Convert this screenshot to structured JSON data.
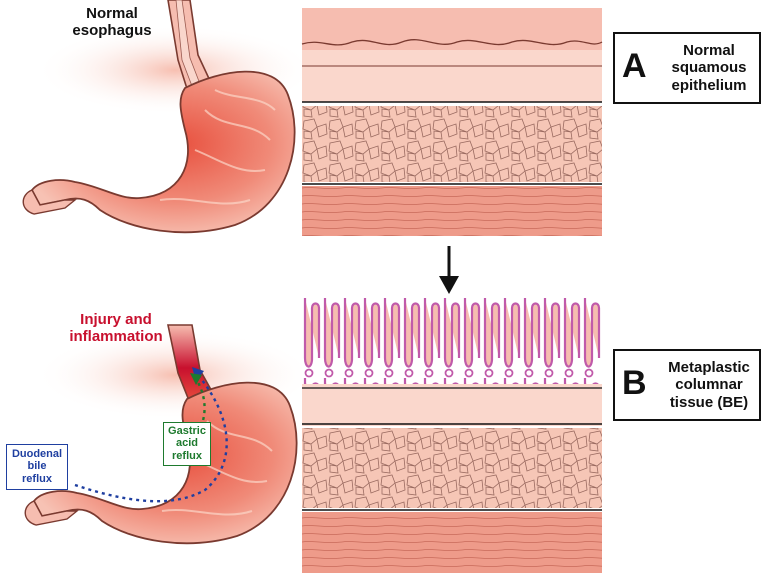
{
  "top_stomach": {
    "label_line1": "Normal",
    "label_line2": "esophagus"
  },
  "bottom_stomach": {
    "injury_line1": "Injury and",
    "injury_line2": "inflammation",
    "gastric_line1": "Gastric",
    "gastric_line2": "acid",
    "gastric_line3": "reflux",
    "bile_line1": "Duodenal",
    "bile_line2": "bile",
    "bile_line3": "reflux"
  },
  "panel_a": {
    "letter": "A",
    "line1": "Normal",
    "line2": "squamous",
    "line3": "epithelium"
  },
  "panel_b": {
    "letter": "B",
    "line1": "Metaplastic",
    "line2": "columnar",
    "line3": "tissue (BE)"
  },
  "colors": {
    "stomach_fill": "#f08a78",
    "tissue_pink": "#f6c6b6",
    "muscle": "#ee9b8a",
    "columnar_outline": "#c05aaa",
    "injury_text": "#c8102e",
    "gastric_text": "#1e7a2e",
    "bile_text": "#1f3fa0"
  }
}
